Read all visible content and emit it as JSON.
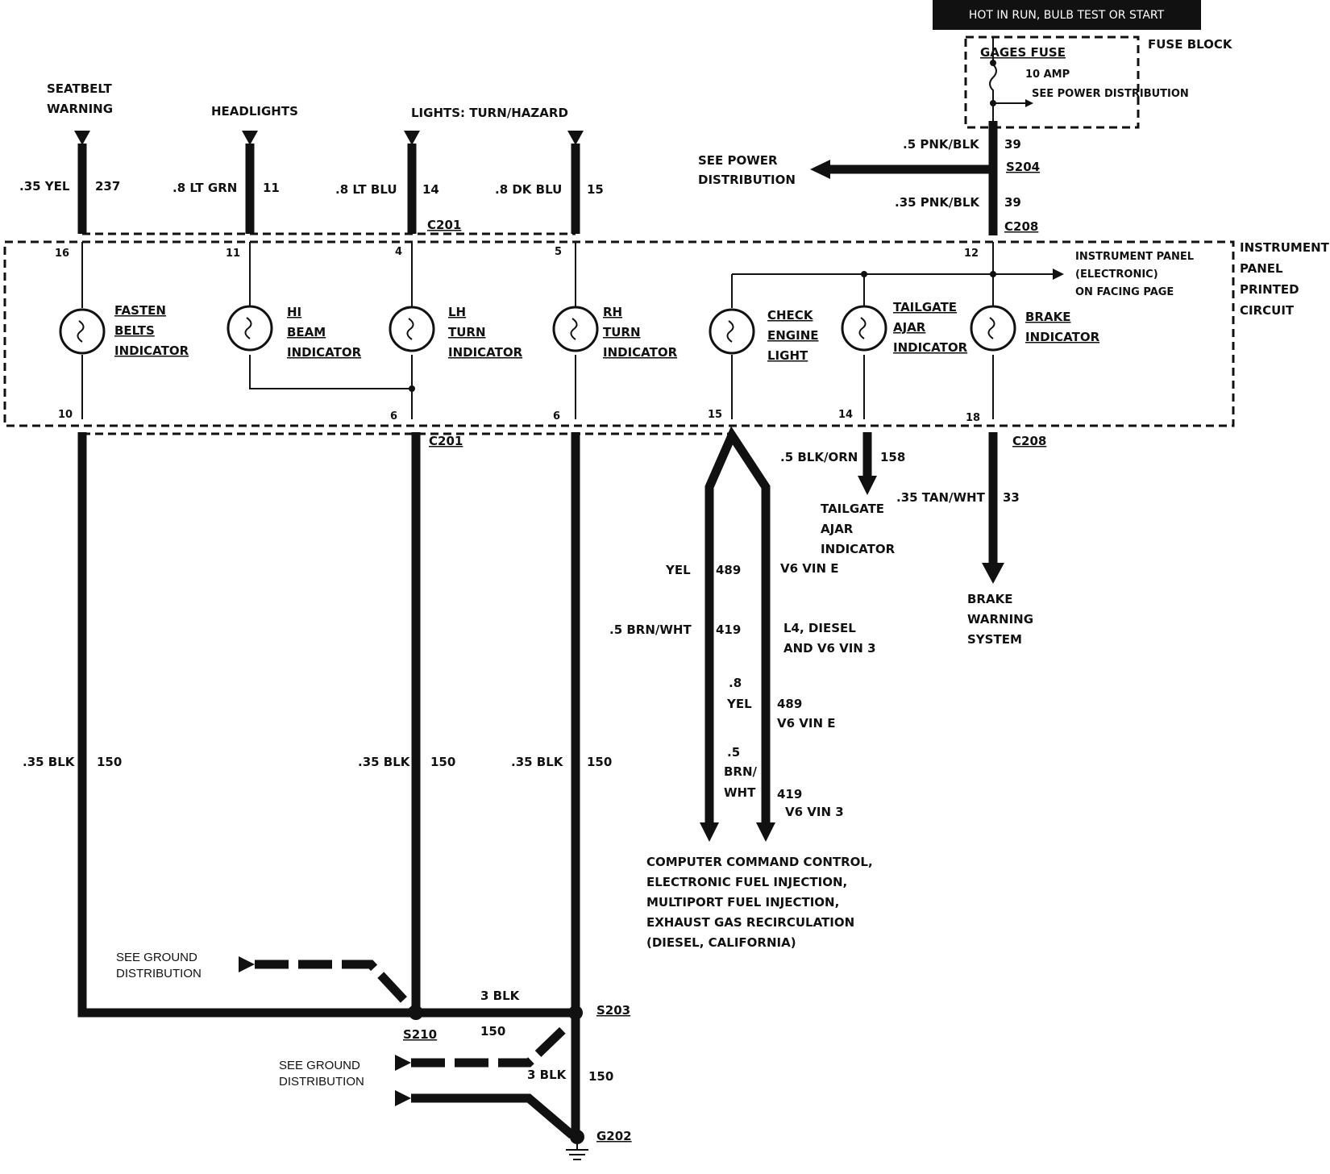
{
  "header": {
    "hot_text": "HOT IN RUN, BULB TEST OR START"
  },
  "fuse_block": {
    "name": "FUSE BLOCK",
    "fuse_name": "GAGES FUSE",
    "fuse_rating": "10 AMP",
    "see_power": "SEE POWER DISTRIBUTION"
  },
  "top_feeds": [
    {
      "label": "SEATBELT WARNING",
      "wire": ".35 YEL",
      "circuit": "237",
      "pin": "16"
    },
    {
      "label": "HEADLIGHTS",
      "wire": ".8 LT GRN",
      "circuit": "11",
      "pin": "11"
    },
    {
      "label": "LIGHTS: TURN/HAZARD",
      "wire": ".8 LT BLU",
      "circuit": "14",
      "pin": "4"
    },
    {
      "label": "",
      "wire": ".8 DK BLU",
      "circuit": "15",
      "pin": "5"
    }
  ],
  "power": {
    "see_power": "SEE POWER DISTRIBUTION",
    "wire_top": ".5 PNK/BLK",
    "circuit_top": "39",
    "splice": "S204",
    "wire_bottom": ".35 PNK/BLK",
    "circuit_bottom": "39",
    "pin": "12"
  },
  "connectors": {
    "c201_top": "C201",
    "c208_top": "C208",
    "c201_bottom": "C201",
    "c208_bottom": "C208"
  },
  "panel": {
    "label": "INSTRUMENT PANEL PRINTED CIRCUIT",
    "electronic_note": "INSTRUMENT PANEL (ELECTRONIC) ON FACING PAGE"
  },
  "indicators": [
    {
      "name": "FASTEN BELTS INDICATOR"
    },
    {
      "name": "HI BEAM INDICATOR"
    },
    {
      "name": "LH TURN INDICATOR"
    },
    {
      "name": "RH TURN INDICATOR"
    },
    {
      "name": "CHECK ENGINE LIGHT"
    },
    {
      "name": "TAILGATE AJAR INDICATOR"
    },
    {
      "name": "BRAKE INDICATOR"
    }
  ],
  "bottom_pins": {
    "p10": "10",
    "p6a": "6",
    "p6b": "6",
    "p15": "15",
    "p14": "14",
    "p18": "18"
  },
  "ground_wires": [
    {
      "wire": ".35 BLK",
      "circuit": "150"
    },
    {
      "wire": ".35 BLK",
      "circuit": "150"
    },
    {
      "wire": ".35 BLK",
      "circuit": "150"
    }
  ],
  "tailgate": {
    "wire": ".5 BLK/ORN",
    "circuit": "158",
    "dest": "TAILGATE AJAR INDICATOR"
  },
  "brake": {
    "wire": ".35 TAN/WHT",
    "circuit": "33",
    "dest": "BRAKE WARNING SYSTEM"
  },
  "check_engine_wires": {
    "a_wire": "YEL",
    "a_circuit": "489",
    "a_note": "V6 VIN E",
    "b_wire": ".5 BRN/WHT",
    "b_circuit": "419",
    "b_note": "L4, DIESEL AND V6 VIN 3",
    "c_size": ".8",
    "c_wire": "YEL",
    "c_circuit": "489",
    "c_note": "V6 VIN E",
    "d_size": ".5",
    "d_wire": "BRN/",
    "d_wire2": "WHT",
    "d_circuit": "419",
    "d_note": "V6 VIN 3"
  },
  "computer": {
    "line1": "COMPUTER COMMAND CONTROL,",
    "line2": "ELECTRONIC FUEL INJECTION,",
    "line3": "MULTIPORT FUEL INJECTION,",
    "line4": "EXHAUST GAS RECIRCULATION",
    "line5": "(DIESEL, CALIFORNIA)"
  },
  "ground": {
    "see_ground_1": "SEE GROUND DISTRIBUTION",
    "see_ground_2": "SEE GROUND DISTRIBUTION",
    "s210": "S210",
    "s203": "S203",
    "g202": "G202",
    "wire_3blk_top": "3 BLK",
    "circuit_top": "150",
    "wire_3blk_bottom": "3 BLK",
    "circuit_bottom": "150"
  }
}
